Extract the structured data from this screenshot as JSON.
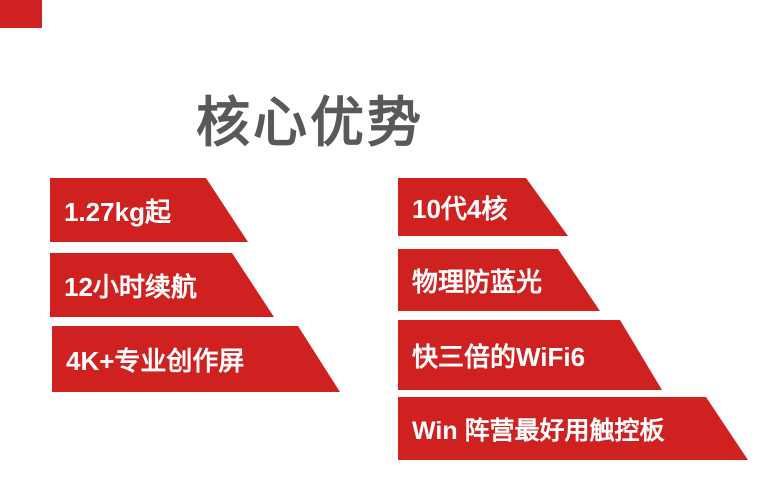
{
  "slide": {
    "title": "核心优势"
  },
  "colors": {
    "accent_red": "#d02121",
    "title_gray": "#595959",
    "banner_text": "#ffffff",
    "background": "#ffffff"
  },
  "banners": {
    "left": [
      {
        "label": "1.27kg起"
      },
      {
        "label": "12小时续航"
      },
      {
        "label": "4K+专业创作屏"
      }
    ],
    "right": [
      {
        "label": "10代4核"
      },
      {
        "label": "物理防蓝光"
      },
      {
        "label": "快三倍的WiFi6"
      },
      {
        "label": "Win 阵营最好用触控板"
      }
    ]
  }
}
